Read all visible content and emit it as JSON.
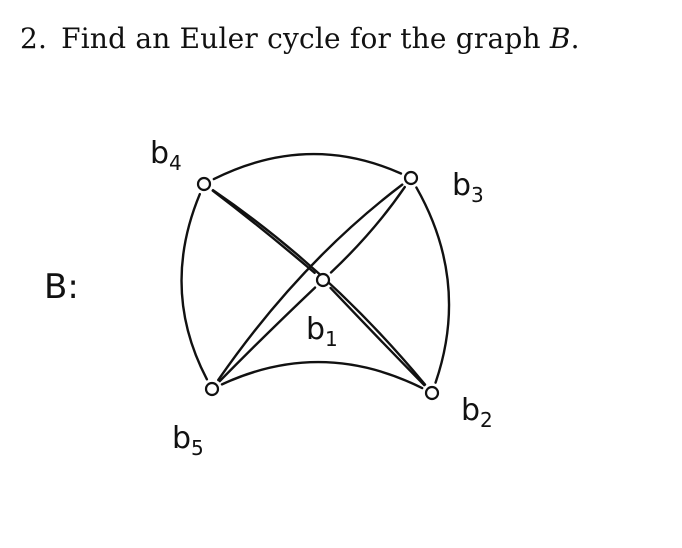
{
  "problem": {
    "number": "2.",
    "text_before": "Find an Euler cycle for the graph",
    "graph_name": "B",
    "period": "."
  },
  "figure": {
    "graph_label": "B:",
    "nodes": [
      {
        "id": "b4",
        "label": "b4"
      },
      {
        "id": "b3",
        "label": "b3"
      },
      {
        "id": "b1",
        "label": "b1"
      },
      {
        "id": "b5",
        "label": "b5"
      },
      {
        "id": "b2",
        "label": "b2"
      }
    ],
    "edges": [
      [
        "b4",
        "b3"
      ],
      [
        "b4",
        "b5"
      ],
      [
        "b4",
        "b1"
      ],
      [
        "b4",
        "b2"
      ],
      [
        "b3",
        "b2"
      ],
      [
        "b3",
        "b1"
      ],
      [
        "b3",
        "b5"
      ],
      [
        "b1",
        "b5"
      ],
      [
        "b1",
        "b2"
      ],
      [
        "b5",
        "b2"
      ]
    ],
    "stroke_color": "#111111"
  }
}
